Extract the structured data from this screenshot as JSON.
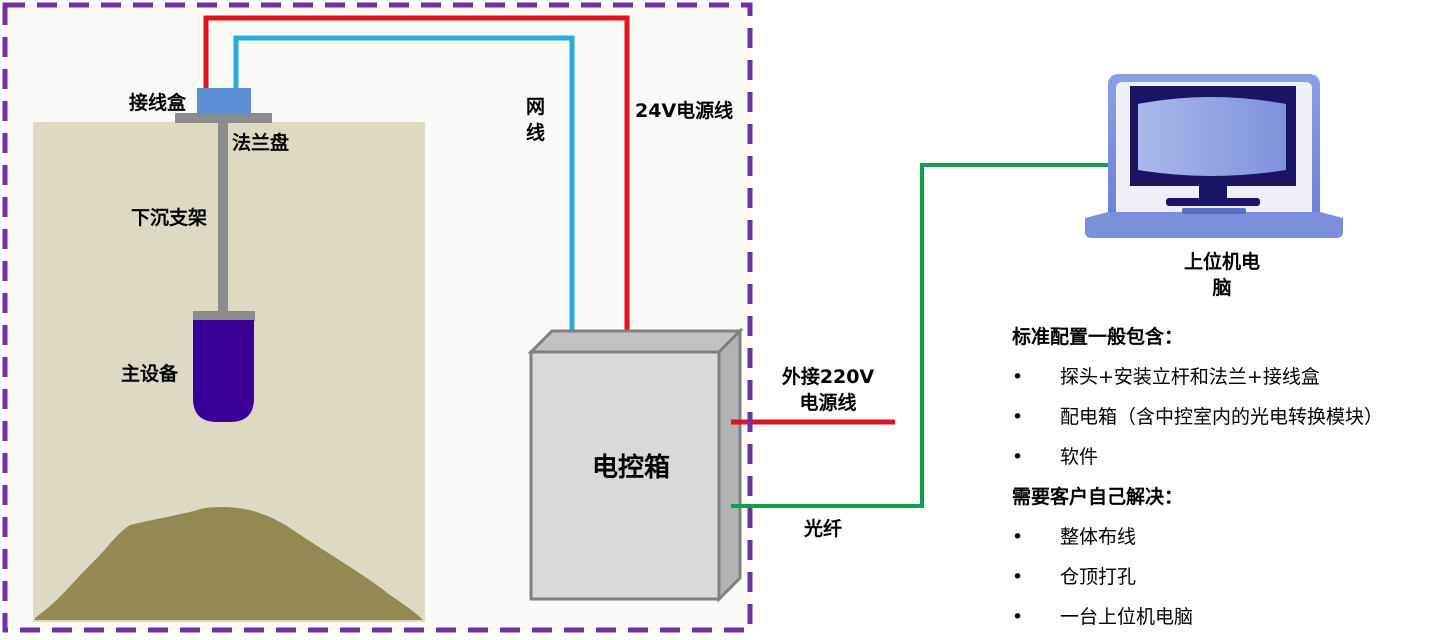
{
  "labels": {
    "junction_box": "接线盒",
    "flange": "法兰盘",
    "bracket": "下沉支架",
    "main_device": "主设备",
    "network_cable_line1": "网",
    "network_cable_line2": "线",
    "power_24v": "24V电源线",
    "control_box": "电控箱",
    "external_power_line1": "外接220V",
    "external_power_line2": "电源线",
    "fiber": "光纤",
    "host_pc_line1": "上位机电",
    "host_pc_line2": "脑"
  },
  "standard_config": {
    "heading": "标准配置一般包含：",
    "bullet": "•",
    "items": [
      "探头+安装立杆和法兰+接线盒",
      "配电箱（含中控室内的光电转换模块）",
      "软件"
    ]
  },
  "customer_tasks": {
    "heading": "需要客户自己解决：",
    "bullet": "•",
    "items": [
      "整体布线",
      "仓顶打孔",
      "一台上位机电脑"
    ]
  },
  "colors": {
    "boundary": "#7030a0",
    "silo_fill": "#ddd9c3",
    "material_pile": "#938953",
    "junction_box": "#5b8fd6",
    "device": "#3a0096",
    "red_wire": "#e0141c",
    "blue_wire": "#29abe2",
    "green_wire": "#10a050",
    "control_box": "#d9d9d9"
  }
}
